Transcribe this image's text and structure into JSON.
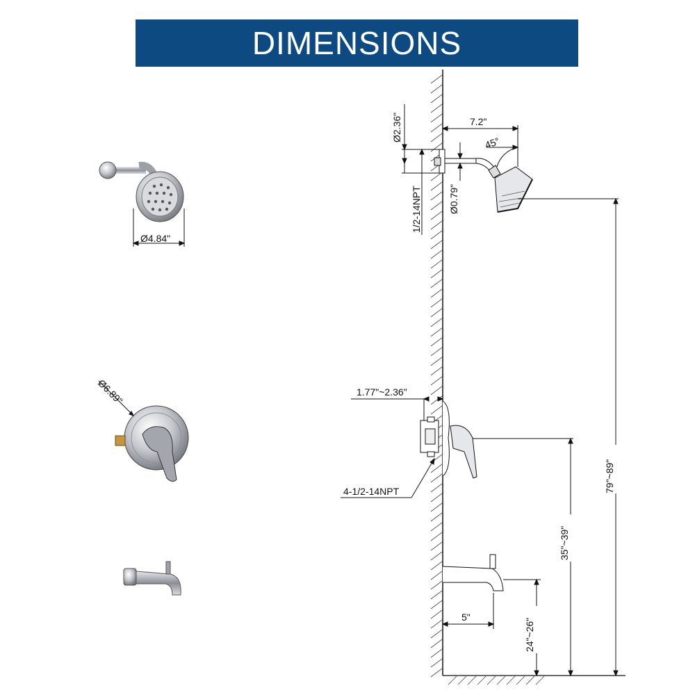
{
  "header": {
    "title": "DIMENSIONS"
  },
  "colors": {
    "banner": "#0d4a82",
    "line": "#111111",
    "chrome": "#b9bcc2"
  },
  "labels": {
    "head_dia": "Ø4.84\"",
    "trim_dia": "Ø6.89\"",
    "flange_dia": "Ø2.36\"",
    "arm_reach": "7.2\"",
    "arm_angle": "45°",
    "thread_top": "1/2-14NPT",
    "arm_dia": "Ø0.79\"",
    "valve_depth": "1.77\"~2.36\"",
    "valve_thread": "4-1/2-14NPT",
    "spout_reach": "5\"",
    "head_height": "79\"~89\"",
    "valve_height": "35\"~39\"",
    "spout_height": "24\"~26\""
  },
  "icons": [
    "shower-head-icon",
    "valve-trim-icon",
    "tub-spout-icon"
  ]
}
